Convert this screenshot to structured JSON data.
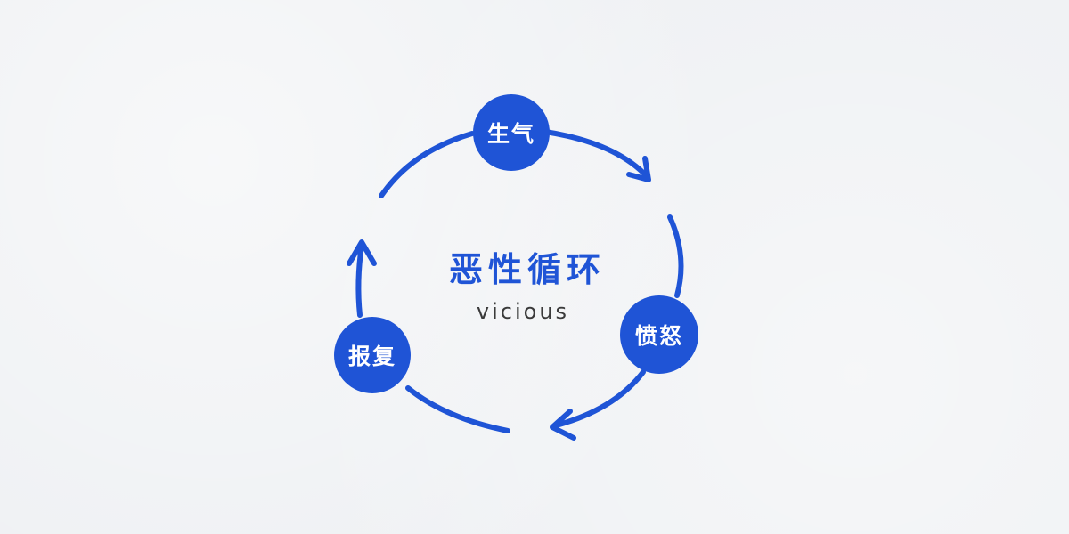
{
  "diagram": {
    "title": "恶性循环",
    "subtitle": "vicious",
    "nodes": [
      {
        "label": "生气"
      },
      {
        "label": "愤怒"
      },
      {
        "label": "报复"
      }
    ],
    "colors": {
      "accent": "#1f54d6",
      "node_text": "#ffffff",
      "subtitle_text": "#3a3a3a",
      "background": "#eef0f3"
    }
  }
}
